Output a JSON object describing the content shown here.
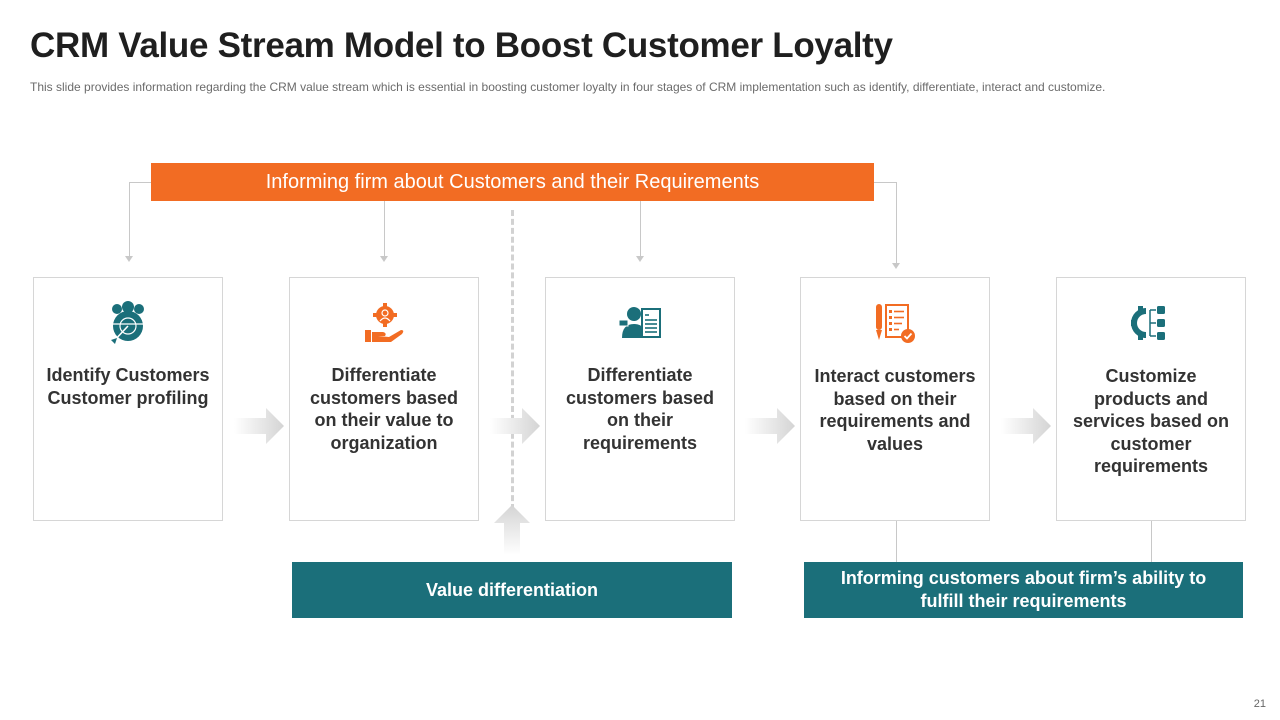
{
  "header": {
    "title": "CRM Value Stream Model to Boost Customer Loyalty",
    "subtitle": "This slide provides  information  regarding  the CRM value  stream which  is essential in boosting customer loyalty in four stages of CRM implementation such as identify, differentiate,  interact and customize."
  },
  "top_banner": {
    "label": "Informing firm about Customers and their Requirements"
  },
  "stages": [
    {
      "icon": "target-customers-icon",
      "text": "Identify Customers Customer profiling"
    },
    {
      "icon": "hand-gear-user-icon",
      "text": "Differentiate customers based on their value to organization"
    },
    {
      "icon": "user-document-icon",
      "text": "Differentiate customers based on their requirements"
    },
    {
      "icon": "checklist-pen-icon",
      "text": "Interact customers based on their requirements and values"
    },
    {
      "icon": "gear-hierarchy-icon",
      "text": "Customize products and services based on customer requirements"
    }
  ],
  "bottom_boxes": {
    "value_differentiation": "Value differentiation",
    "informing_customers": "Informing customers about firm’s ability to fulfill their requirements"
  },
  "colors": {
    "orange": "#f26c23",
    "teal": "#1b6f7a"
  },
  "page_number": "21"
}
